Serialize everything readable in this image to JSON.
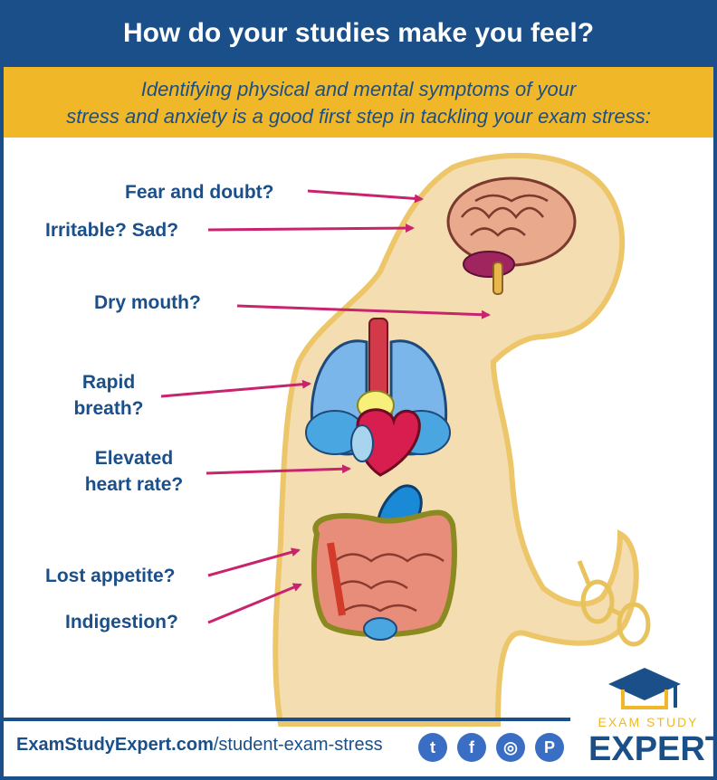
{
  "header": {
    "title": "How do your studies make you feel?"
  },
  "subheader": {
    "line1": "Identifying physical and mental symptoms of your",
    "line2": "stress and anxiety is a good first step in tackling your exam stress:"
  },
  "symptoms": {
    "fear": "Fear and doubt?",
    "irritable": "Irritable? Sad?",
    "dry_mouth": "Dry mouth?",
    "rapid_1": "Rapid",
    "rapid_2": "breath?",
    "heart_1": "Elevated",
    "heart_2": "heart rate?",
    "appetite": "Lost appetite?",
    "indigestion": "Indigestion?"
  },
  "footer": {
    "site_domain": "ExamStudyExpert.com",
    "site_path": "/student-exam-stress",
    "social_twitter": "t",
    "social_facebook": "f",
    "social_instagram": "◎",
    "social_pinterest": "P"
  },
  "logo": {
    "top": "EXAM STUDY",
    "bottom": "EXPERT"
  },
  "colors": {
    "primary": "#1a4f8a",
    "accent": "#f0b829",
    "arrow": "#c8246e",
    "body": "#f4ddb0"
  },
  "icons": [
    "graduation-cap-icon",
    "twitter-icon",
    "facebook-icon",
    "instagram-icon",
    "pinterest-icon"
  ]
}
